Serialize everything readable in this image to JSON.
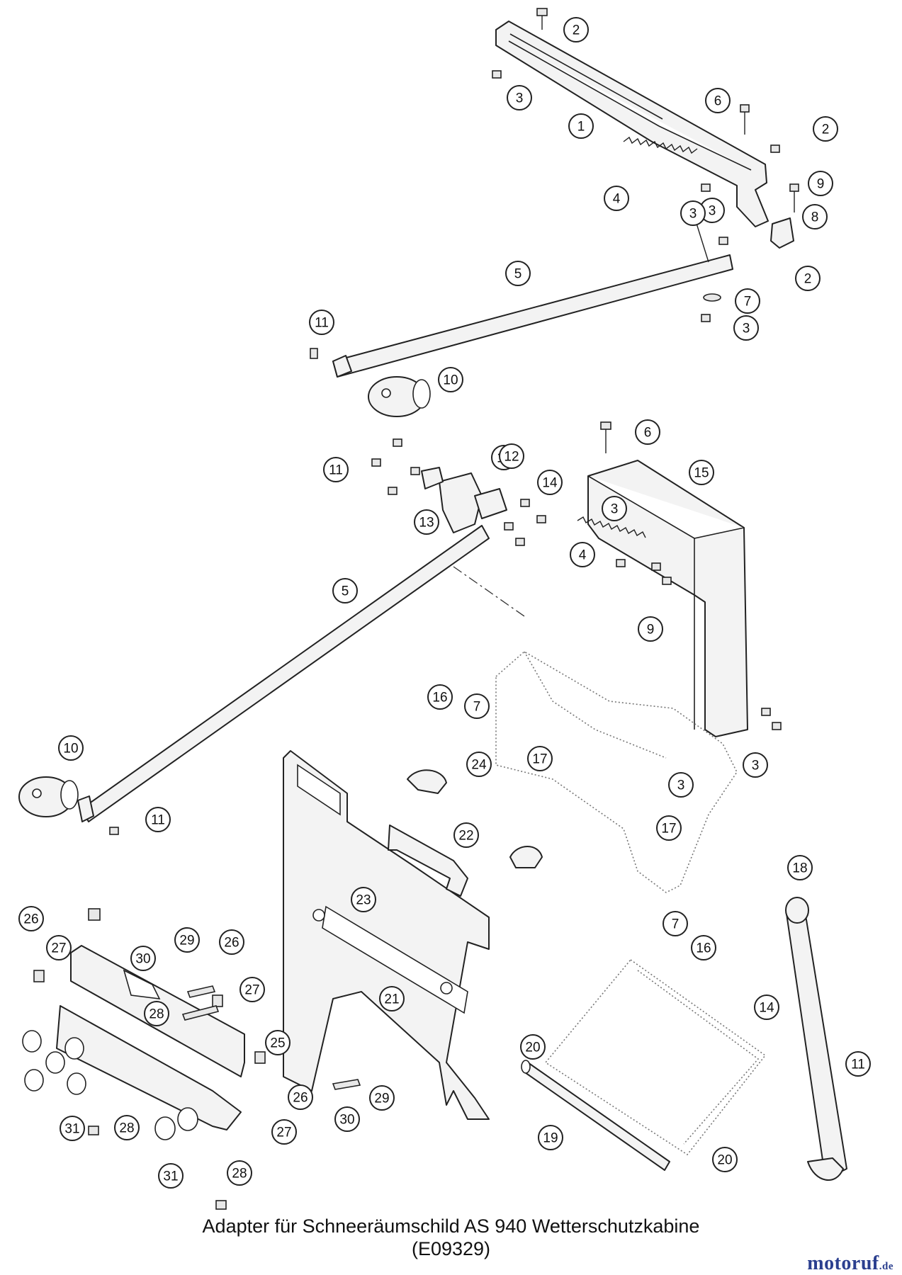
{
  "diagram": {
    "caption_line1": "Adapter für Schneeräumschild AS 940 Wetterschutzkabine",
    "caption_line2": "(E09329)",
    "logo_text": "motoruf",
    "logo_suffix": ".de",
    "callouts": [
      "1",
      "2",
      "2",
      "2",
      "3",
      "3",
      "3",
      "3",
      "3",
      "3",
      "3",
      "4",
      "4",
      "5",
      "5",
      "6",
      "6",
      "7",
      "7",
      "7",
      "8",
      "9",
      "9",
      "10",
      "10",
      "11",
      "11",
      "11",
      "11",
      "11",
      "12",
      "13",
      "14",
      "14",
      "15",
      "16",
      "16",
      "17",
      "17",
      "18",
      "19",
      "20",
      "20",
      "21",
      "22",
      "23",
      "24",
      "25",
      "26",
      "26",
      "26",
      "27",
      "27",
      "27",
      "28",
      "28",
      "28",
      "29",
      "29",
      "30",
      "30",
      "31",
      "31"
    ]
  }
}
